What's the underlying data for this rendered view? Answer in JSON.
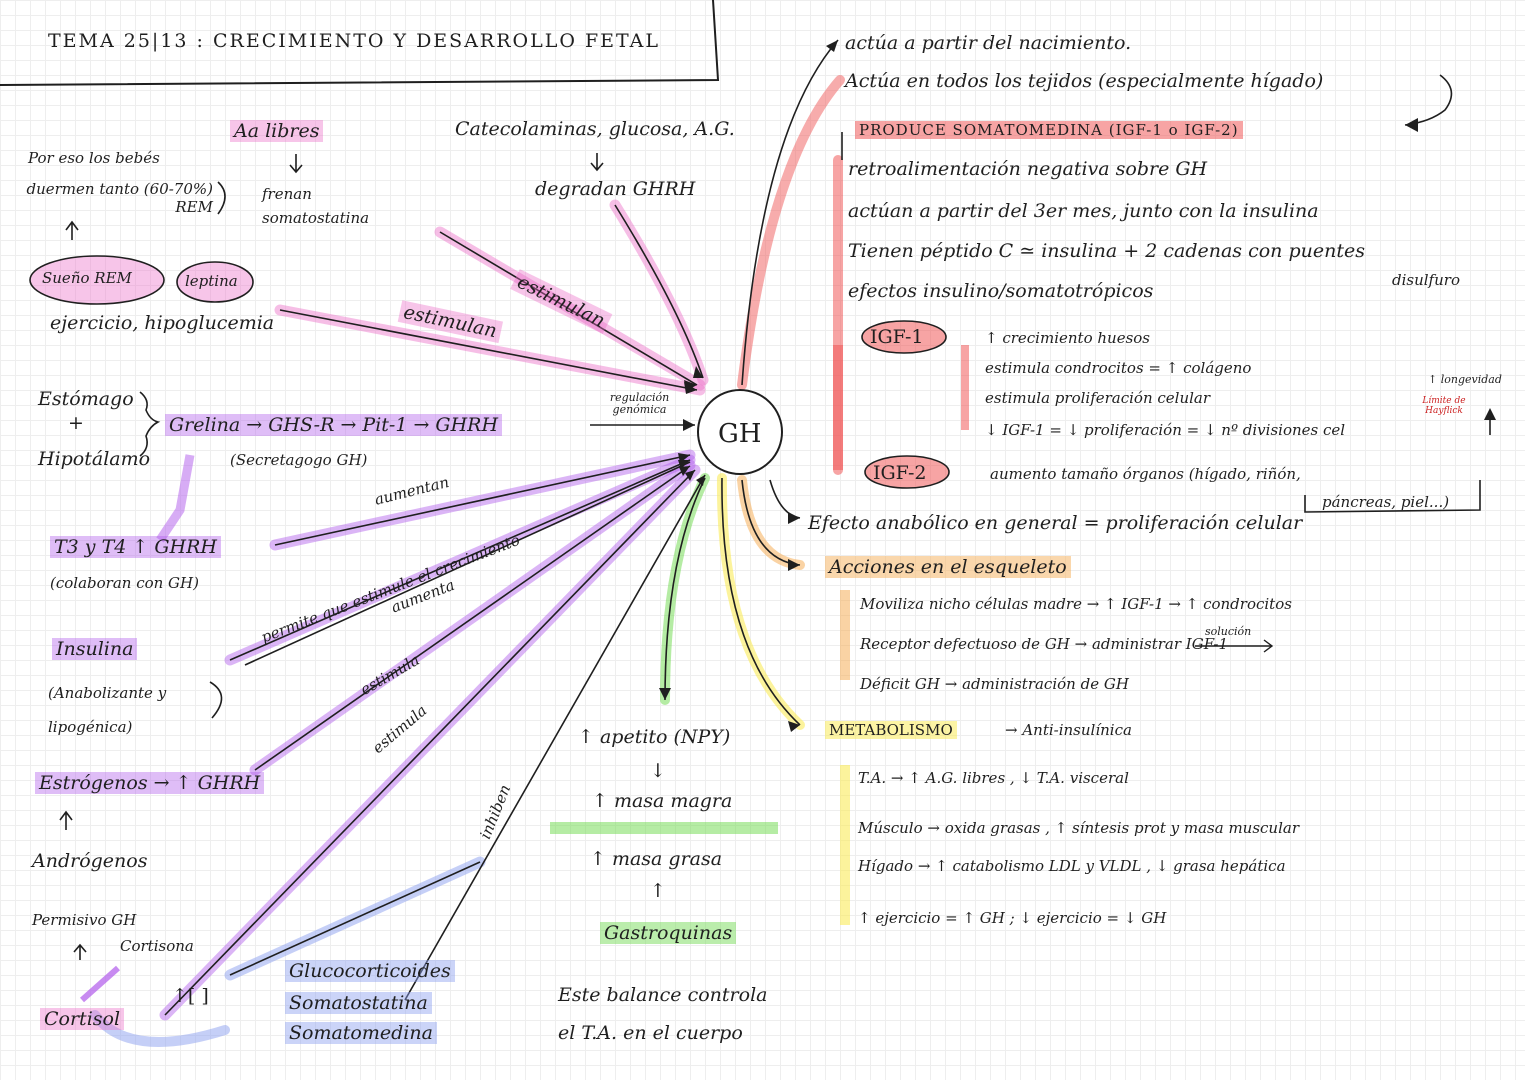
{
  "header": {
    "title": "TEMA 25|13 : CRECIMIENTO Y DESARROLLO FETAL"
  },
  "center": {
    "label": "GH"
  },
  "left": {
    "aa_libres": "Aa libres",
    "frenan": "frenan somatostatina",
    "catecolaminas": "Catecolaminas, glucosa, A.G.",
    "degradan": "degradan GHRH",
    "bebes_line1": "Por eso los bebés",
    "bebes_line2": "duermen tanto (60-70%) REM",
    "sueno": "Sueño REM",
    "leptina": "leptina",
    "ejercicio": "ejercicio, hipoglucemia",
    "estimulan_1": "estimulan",
    "estimulan_2": "estimulan",
    "estomago": "Estómago",
    "plus": "+",
    "hipotalamo": "Hipotálamo",
    "grelina_chain": "Grelina → GHS-R → Pit-1 → GHRH",
    "secretagogo": "(Secretagogo GH)",
    "regulacion": "regulación genómica",
    "t3t4": "T3 y T4 ↑ GHRH",
    "colaboran": "(colaboran con GH)",
    "aumentan": "aumentan",
    "permite": "permite que estimule el crecimiento",
    "aumenta": "aumenta",
    "insulina": "Insulina",
    "anabolizante": "(Anabolizante y lipogénica)",
    "estimula_1": "estimula",
    "estimula_2": "estimula",
    "estrogenos": "Estrógenos → ↑ GHRH",
    "androgenos": "Andrógenos",
    "permisivo": "Permisivo GH",
    "cortisona": "Cortisona",
    "cortisol": "Cortisol",
    "conc": "↑[ ]",
    "inhiben": "inhiben",
    "gluco_1": "Glucocorticoides",
    "gluco_2": "Somatostatina",
    "gluco_3": "Somatomedina"
  },
  "bottom": {
    "apetito": "↑ apetito (NPY)",
    "arrow_down": "↓",
    "masa_magra": "↑ masa magra",
    "masa_grasa": "↑ masa grasa",
    "arrow_up": "↑",
    "gastroquinas": "Gastroquinas",
    "balance_1": "Este balance controla",
    "balance_2": "el T.A. en el cuerpo"
  },
  "right": {
    "actua_nacimiento": "actúa a partir del nacimiento.",
    "actua_tejidos": "Actúa en todos los tejidos (especialmente hígado)",
    "produce": "PRODUCE SOMATOMEDINA (IGF-1 o IGF-2)",
    "retro": "retroalimentación negativa sobre GH",
    "tercer_mes": "actúan a partir del 3er mes, junto con la insulina",
    "peptido": "Tienen péptido C ≃ insulina + 2 cadenas con puentes",
    "disulfuro": "disulfuro",
    "efectos": "efectos insulino/somatotrópicos",
    "igf1": "IGF-1",
    "igf1_a": "↑ crecimiento huesos",
    "igf1_b": "estimula condrocitos = ↑ colágeno",
    "igf1_c": "estimula proliferación celular",
    "igf1_d": "↓ IGF-1 = ↓ proliferación = ↓ nº divisiones cel",
    "longevidad": "↑ longevidad",
    "hayflick": "Límite de Hayflick",
    "igf2": "IGF-2",
    "igf2_text": "aumento tamaño órganos (hígado, riñón,",
    "igf2_text2": "páncreas, piel...)",
    "anabolico": "Efecto anabólico en general = proliferación celular",
    "esqueleto": "Acciones en el esqueleto",
    "esq_a": "Moviliza nicho células madre → ↑ IGF-1 → ↑ condrocitos",
    "esq_b": "Receptor defectuoso de GH → administrar IGF-1",
    "solucion": "solución",
    "esq_c": "Déficit GH → administración de GH",
    "metabolismo": "METABOLISMO",
    "antiinsulinica": "→ Anti-insulínica",
    "met_a": "T.A. → ↑ A.G. libres , ↓ T.A. visceral",
    "met_b": "Músculo → oxida grasas , ↑ síntesis prot y masa muscular",
    "met_c": "Hígado → ↑ catabolismo LDL y VLDL , ↓ grasa hepática",
    "met_d": "↑ ejercicio = ↑ GH ; ↓ ejercicio = ↓ GH"
  }
}
